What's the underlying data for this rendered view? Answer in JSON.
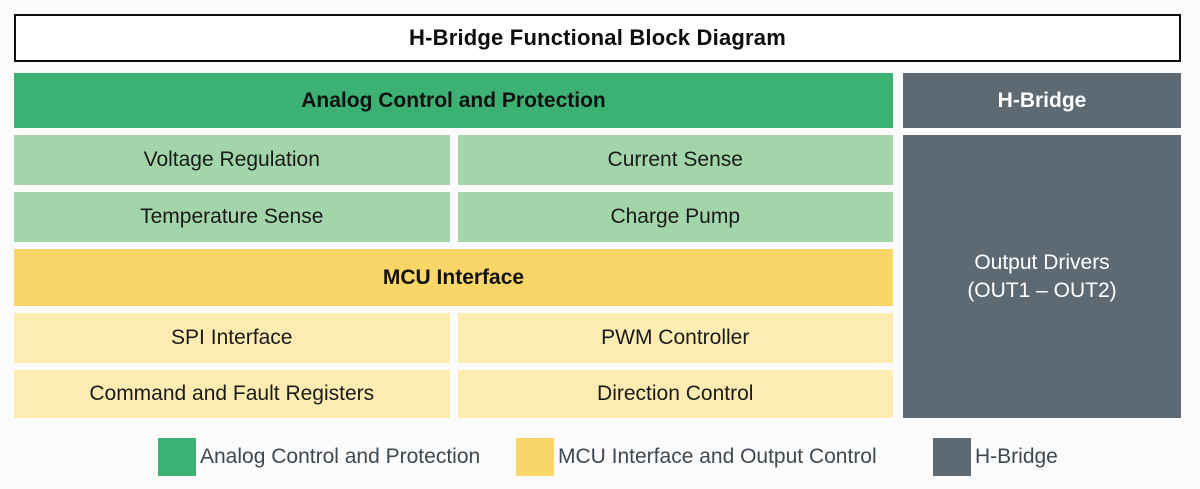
{
  "title": "H-Bridge Functional Block Diagram",
  "analog": {
    "header": "Analog Control and Protection",
    "rows": [
      [
        "Voltage Regulation",
        "Current Sense"
      ],
      [
        "Temperature Sense",
        "Charge Pump"
      ]
    ]
  },
  "mcu": {
    "header": "MCU Interface",
    "rows": [
      [
        "SPI Interface",
        "PWM Controller"
      ],
      [
        "Command and Fault Registers",
        "Direction Control"
      ]
    ]
  },
  "hbridge": {
    "header": "H-Bridge",
    "output_block": {
      "line1": "Output Drivers",
      "line2": "(OUT1 – OUT2)"
    }
  },
  "legend": [
    {
      "label": "Analog Control and Protection",
      "color": "#3bb273"
    },
    {
      "label": "MCU Interface and Output Control",
      "color": "#fad567"
    },
    {
      "label": "H-Bridge",
      "color": "#5d6973"
    }
  ],
  "colors": {
    "analog_header": "#3bb273",
    "analog_cell": "#a3d5aa",
    "mcu_header": "#fad567",
    "mcu_cell": "#fdecb2",
    "hbridge_block": "#5d6973",
    "title_border": "#0d0d0d",
    "background": "#fbfbfb"
  }
}
